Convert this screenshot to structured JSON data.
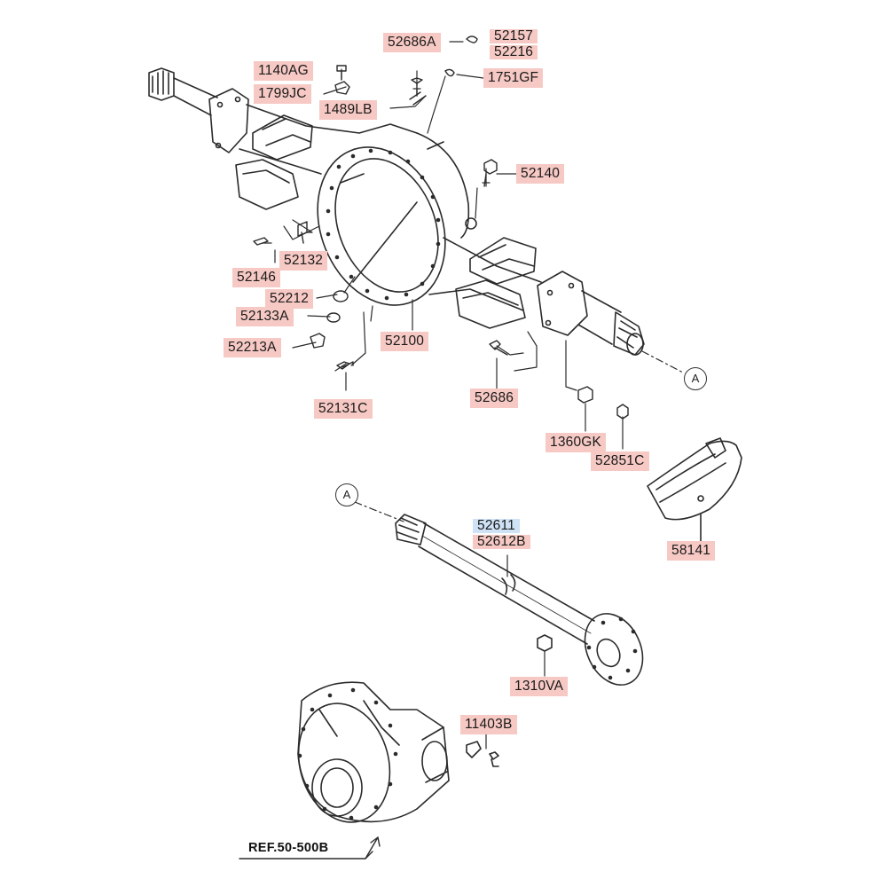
{
  "labels": {
    "p52686A": "52686A",
    "p52157": "52157",
    "p52216": "52216",
    "p1140AG": "1140AG",
    "p1751GF": "1751GF",
    "p1799JC": "1799JC",
    "p1489LB": "1489LB",
    "p52140": "52140",
    "p52132": "52132",
    "p52146": "52146",
    "p52212": "52212",
    "p52133A": "52133A",
    "p52100": "52100",
    "p52213A": "52213A",
    "p52131C": "52131C",
    "p52686": "52686",
    "p1360GK": "1360GK",
    "p52851C": "52851C",
    "p52611": "52611",
    "p52612B": "52612B",
    "p58141": "58141",
    "p1310VA": "1310VA",
    "p11403B": "11403B"
  },
  "callouts": {
    "a_top": "A",
    "a_bottom": "A"
  },
  "ref": "REF.50-500B",
  "colors": {
    "label_bg": "#f6c9c4",
    "selected_label_bg": "#cfe2f6",
    "line": "#2b2b2b"
  }
}
